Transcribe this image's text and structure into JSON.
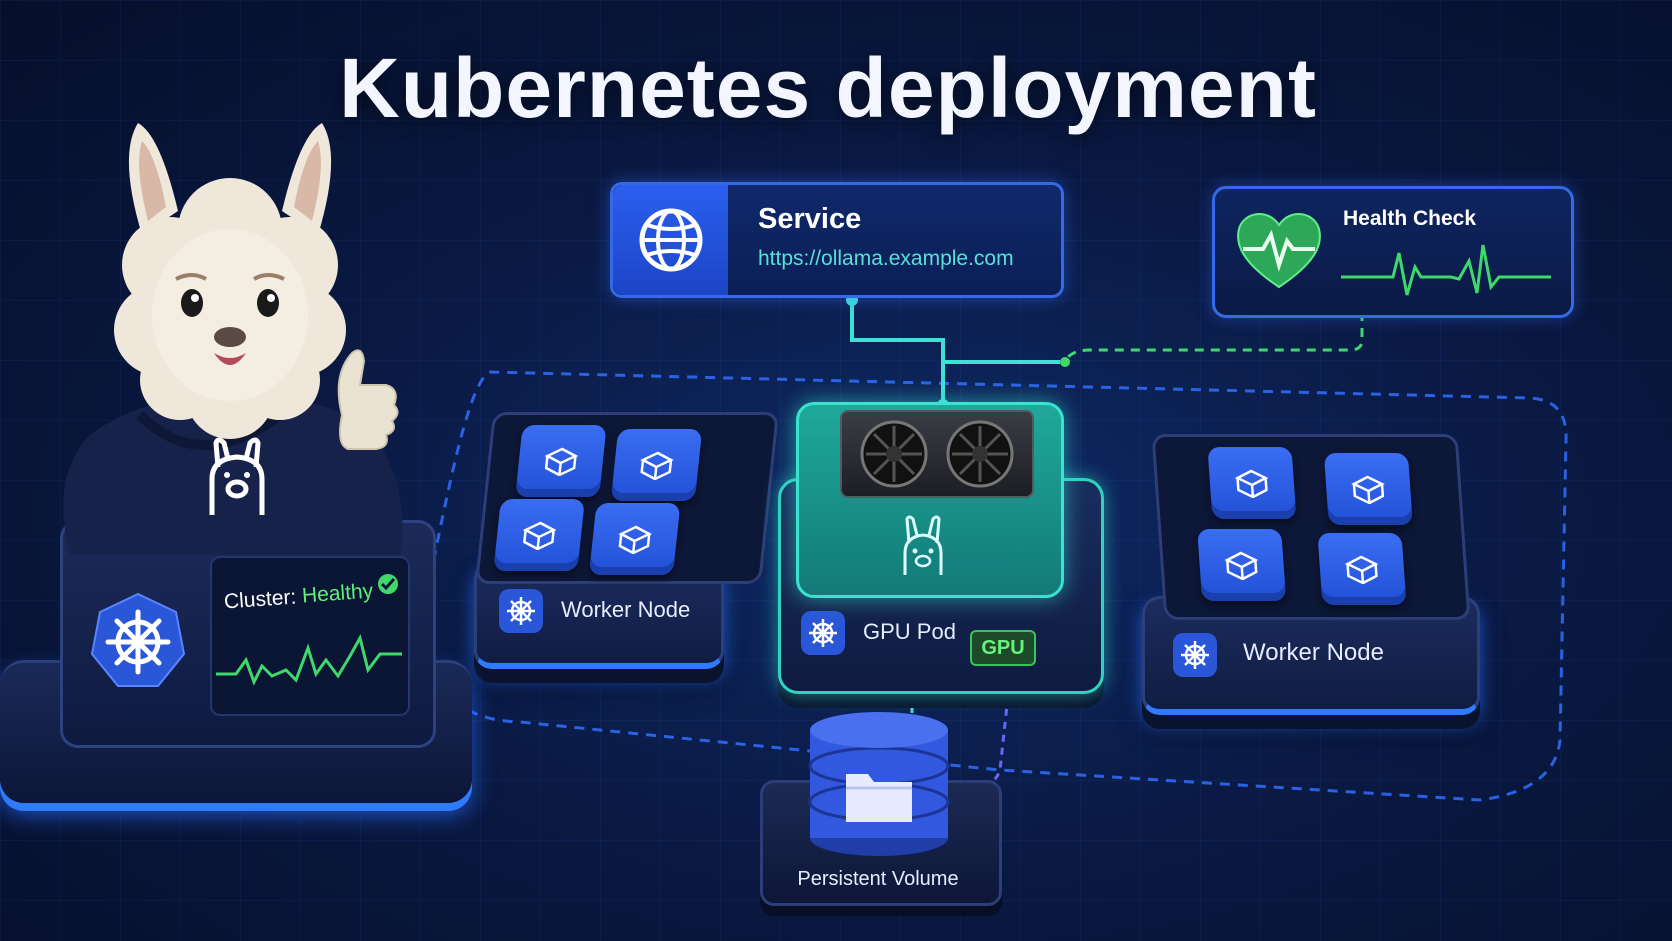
{
  "title": "Kubernetes deployment",
  "service": {
    "title": "Service",
    "url": "https://ollama.example.com",
    "icon": "globe-icon"
  },
  "health": {
    "title": "Health Check",
    "icon": "heart-pulse-icon",
    "color": "#3fd86a"
  },
  "nodes": {
    "left": {
      "label": "Worker Node"
    },
    "right": {
      "label": "Worker Node"
    },
    "gpu": {
      "label": "GPU Pod",
      "badge": "GPU"
    }
  },
  "cluster": {
    "label": "Cluster:",
    "status": "Healthy",
    "status_color": "#5cf07a"
  },
  "volume": {
    "label": "Persistent Volume",
    "icon": "folder-icon"
  },
  "colors": {
    "accent": "#2f7bff",
    "teal": "#2fd3c0",
    "green": "#3fd86a",
    "background": "#0a1a44"
  }
}
